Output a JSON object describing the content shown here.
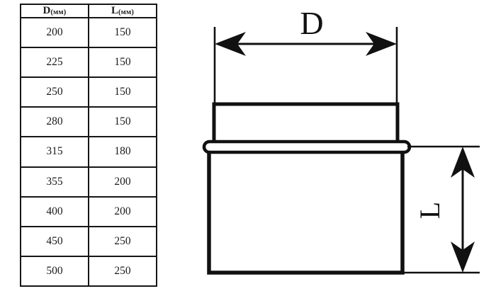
{
  "table": {
    "columns": [
      {
        "symbol": "D",
        "unit": "(мм)"
      },
      {
        "symbol": "L",
        "unit": "(мм)"
      }
    ],
    "rows": [
      {
        "d": "200",
        "l": "150"
      },
      {
        "d": "225",
        "l": "150"
      },
      {
        "d": "250",
        "l": "150"
      },
      {
        "d": "280",
        "l": "150"
      },
      {
        "d": "315",
        "l": "180"
      },
      {
        "d": "355",
        "l": "200"
      },
      {
        "d": "400",
        "l": "200"
      },
      {
        "d": "450",
        "l": "250"
      },
      {
        "d": "500",
        "l": "250"
      }
    ]
  },
  "diagram": {
    "title_d": "D",
    "title_l": "L",
    "line_color": "#111111",
    "fill_color": "#ffffff",
    "background": "#ffffff"
  },
  "chart_data": {
    "type": "table",
    "title": "",
    "categories": [
      "200",
      "225",
      "250",
      "280",
      "315",
      "355",
      "400",
      "450",
      "500"
    ],
    "series": [
      {
        "name": "L (мм)",
        "values": [
          150,
          150,
          150,
          150,
          180,
          200,
          200,
          250,
          250
        ]
      }
    ],
    "xlabel": "D (мм)",
    "ylabel": "L (мм)",
    "columns": [
      "D (мм)",
      "L (мм)"
    ],
    "cells": [
      [
        "200",
        "150"
      ],
      [
        "225",
        "150"
      ],
      [
        "250",
        "150"
      ],
      [
        "280",
        "150"
      ],
      [
        "315",
        "180"
      ],
      [
        "355",
        "200"
      ],
      [
        "400",
        "200"
      ],
      [
        "450",
        "250"
      ],
      [
        "500",
        "250"
      ]
    ],
    "annotations": [
      "D",
      "L"
    ],
    "grid": true,
    "legend": "none"
  }
}
